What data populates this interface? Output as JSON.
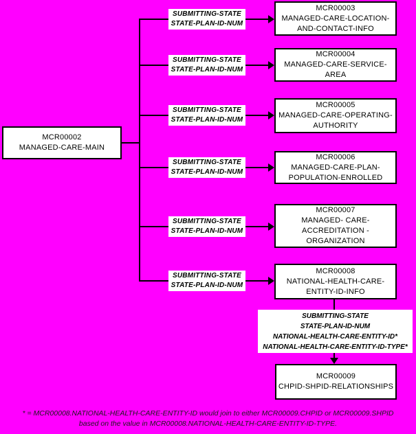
{
  "colors": {
    "background": "#FF00FF",
    "box_fill": "#FFFFFF",
    "line": "#000000",
    "footnote_text": "#1A1A1A"
  },
  "main_entity": {
    "id": "MCR00002",
    "name": "MANAGED-CARE-MAIN"
  },
  "edge_label": {
    "text": "SUBMITTING-STATE\nSTATE-PLAN-ID-NUM"
  },
  "children": [
    {
      "id": "MCR00003",
      "name": "MANAGED-CARE-LOCATION-\nAND-CONTACT-INFO"
    },
    {
      "id": "MCR00004",
      "name": "MANAGED-CARE-SERVICE-\nAREA"
    },
    {
      "id": "MCR00005",
      "name": "MANAGED-CARE-OPERATING-\nAUTHORITY"
    },
    {
      "id": "MCR00006",
      "name": "MANAGED-CARE-PLAN-\nPOPULATION-ENROLLED"
    },
    {
      "id": "MCR00007",
      "name": "MANAGED- CARE-\nACCREDITATION -\nORGANIZATION"
    },
    {
      "id": "MCR00008",
      "name": "NATIONAL-HEALTH-CARE-\nENTITY-ID-INFO"
    }
  ],
  "join_attributes": {
    "text": "SUBMITTING-STATE\nSTATE-PLAN-ID-NUM\nNATIONAL-HEALTH-CARE-ENTITY-ID*\nNATIONAL-HEALTH-CARE-ENTITY-ID-TYPE*"
  },
  "grandchild": {
    "id": "MCR00009",
    "name": "CHPID-SHPID-RELATIONSHIPS"
  },
  "footnote": {
    "text": "* = MCR00008.NATIONAL-HEALTH-CARE-ENTITY-ID would join to either MCR00009.CHPID or MCR00009.SHPID\nbased on the value in MCR00008.NATIONAL-HEALTH-CARE-ENTITY-ID-TYPE."
  }
}
